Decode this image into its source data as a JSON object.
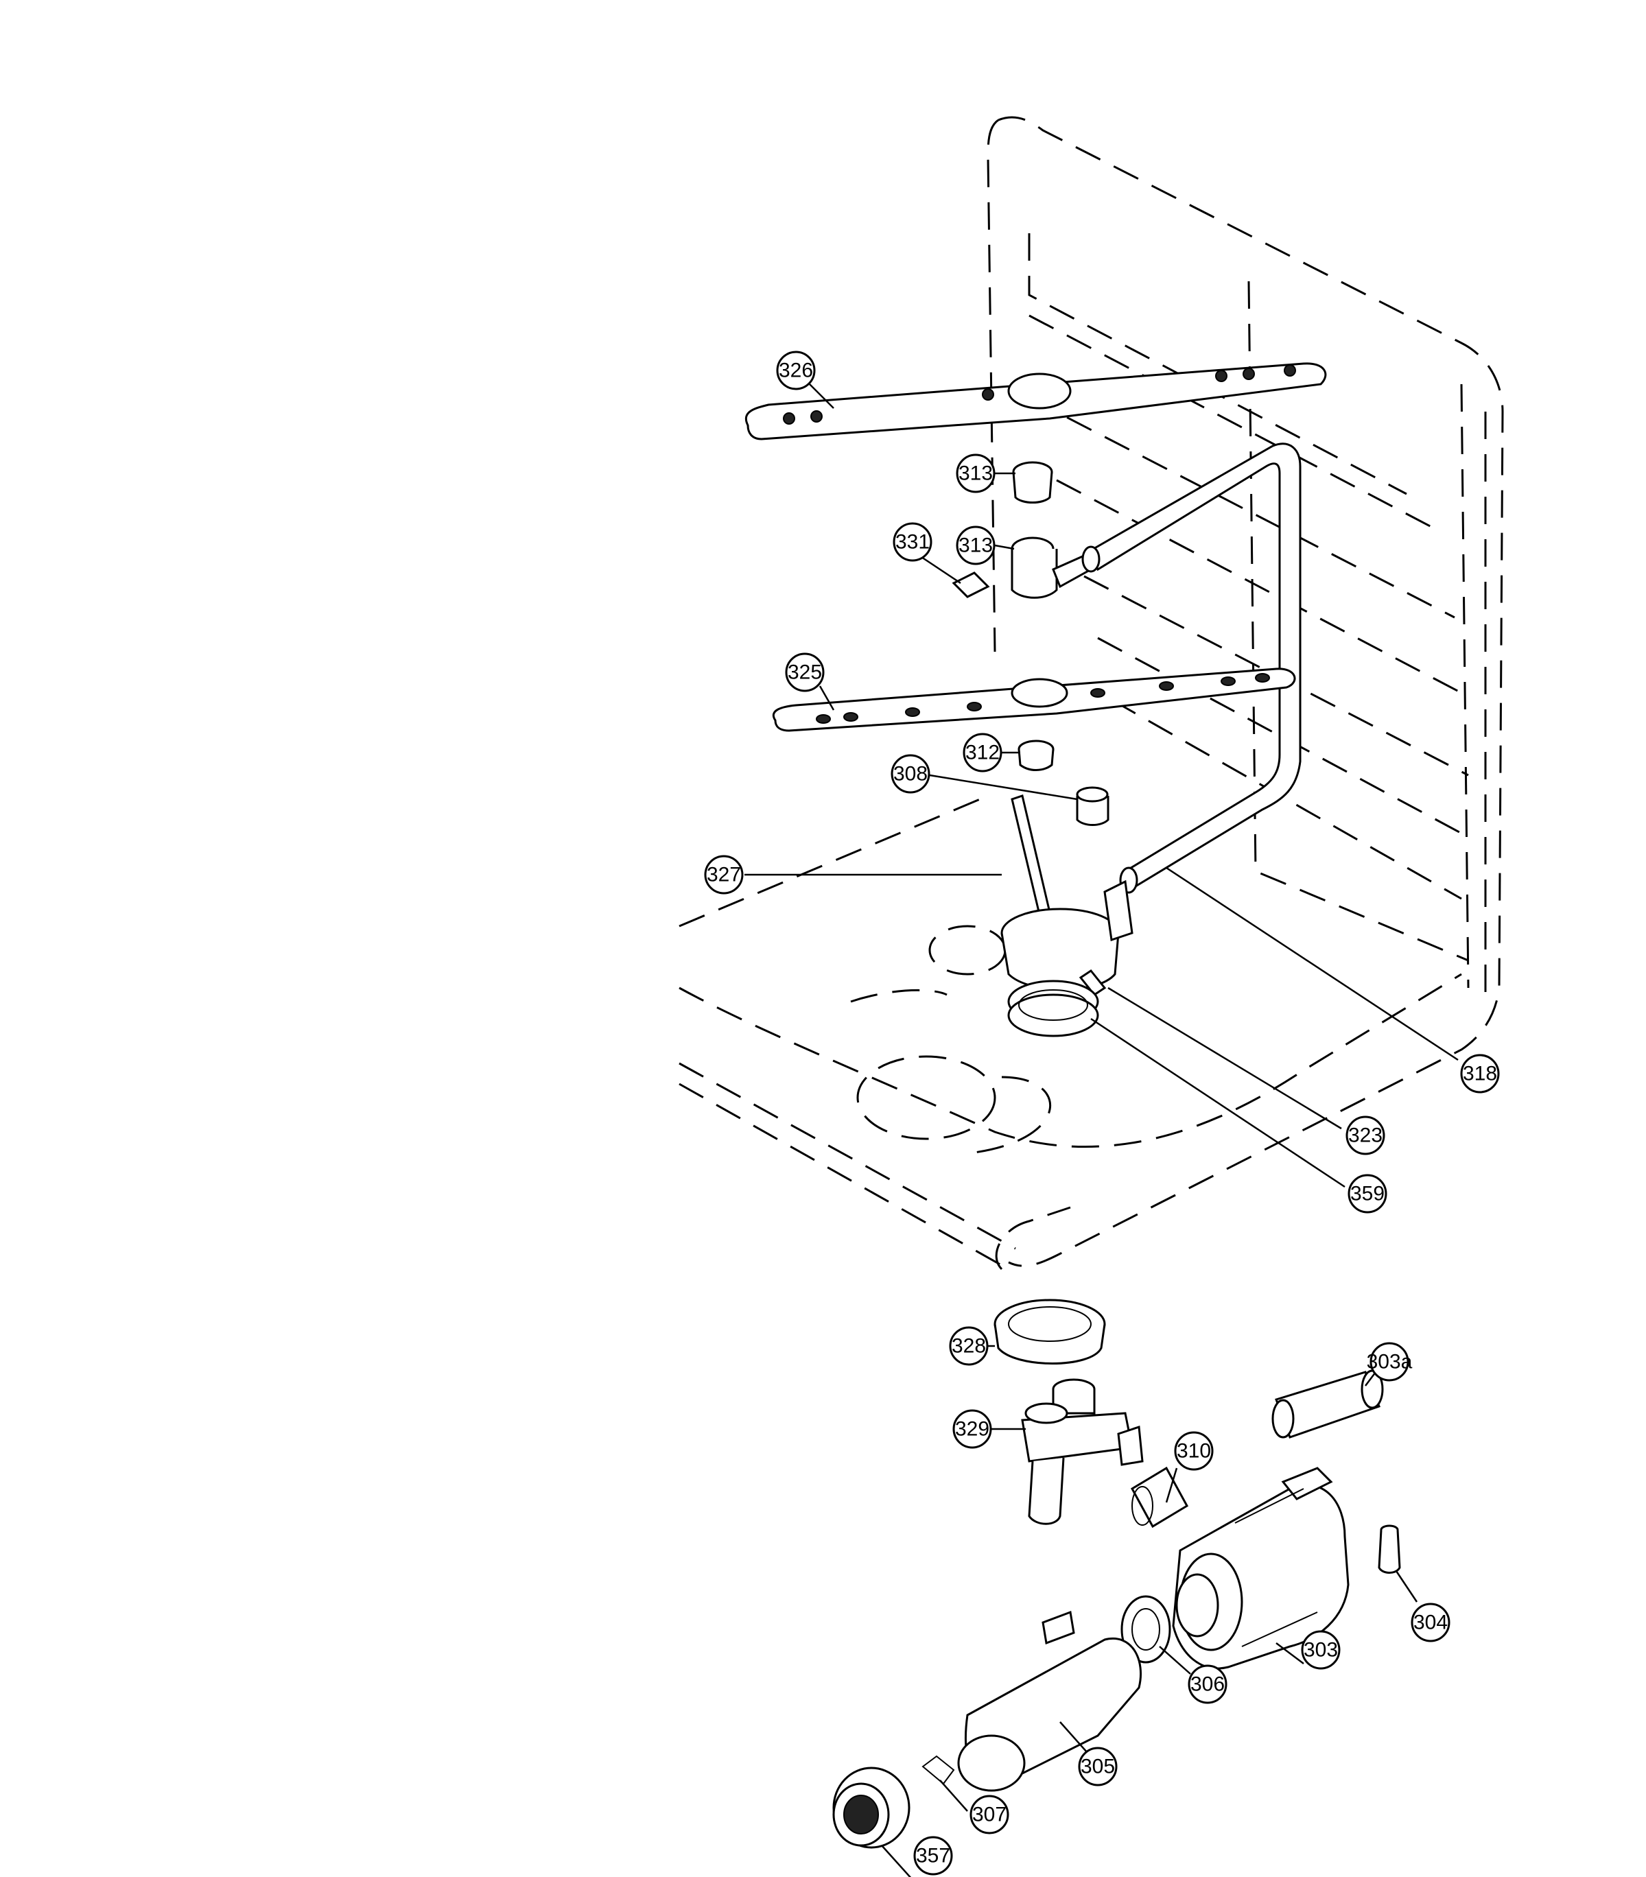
{
  "diagram": {
    "callouts": {
      "c326": "326",
      "c313a": "313",
      "c313b": "313",
      "c331": "331",
      "c325": "325",
      "c312": "312",
      "c308": "308",
      "c327": "327",
      "c318": "318",
      "c323": "323",
      "c359": "359",
      "c328": "328",
      "c303a": "303a",
      "c329": "329",
      "c310": "310",
      "c304": "304",
      "c303": "303",
      "c306": "306",
      "c305": "305",
      "c307": "307",
      "c357": "357"
    }
  }
}
